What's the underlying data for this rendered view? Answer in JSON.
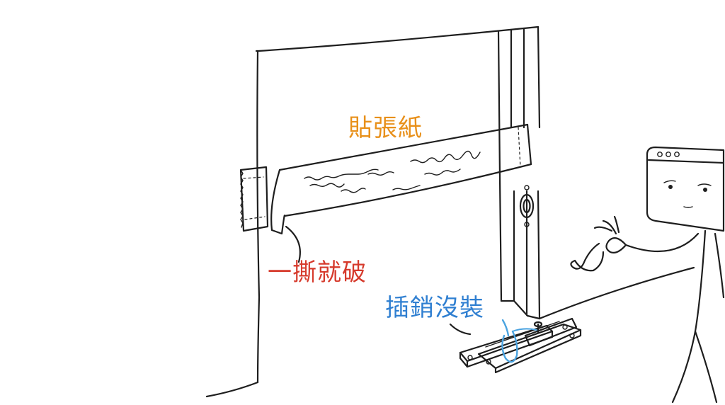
{
  "labels": {
    "sticker": "貼張紙",
    "tear": "一撕就破",
    "bolt": "插銷沒裝"
  },
  "colors": {
    "sticker_label": "#e8901a",
    "tear_label": "#d63a2c",
    "bolt_label": "#2f7fd1",
    "ink": "#1e1e1e",
    "zip_tie": "#4aa3e0"
  }
}
